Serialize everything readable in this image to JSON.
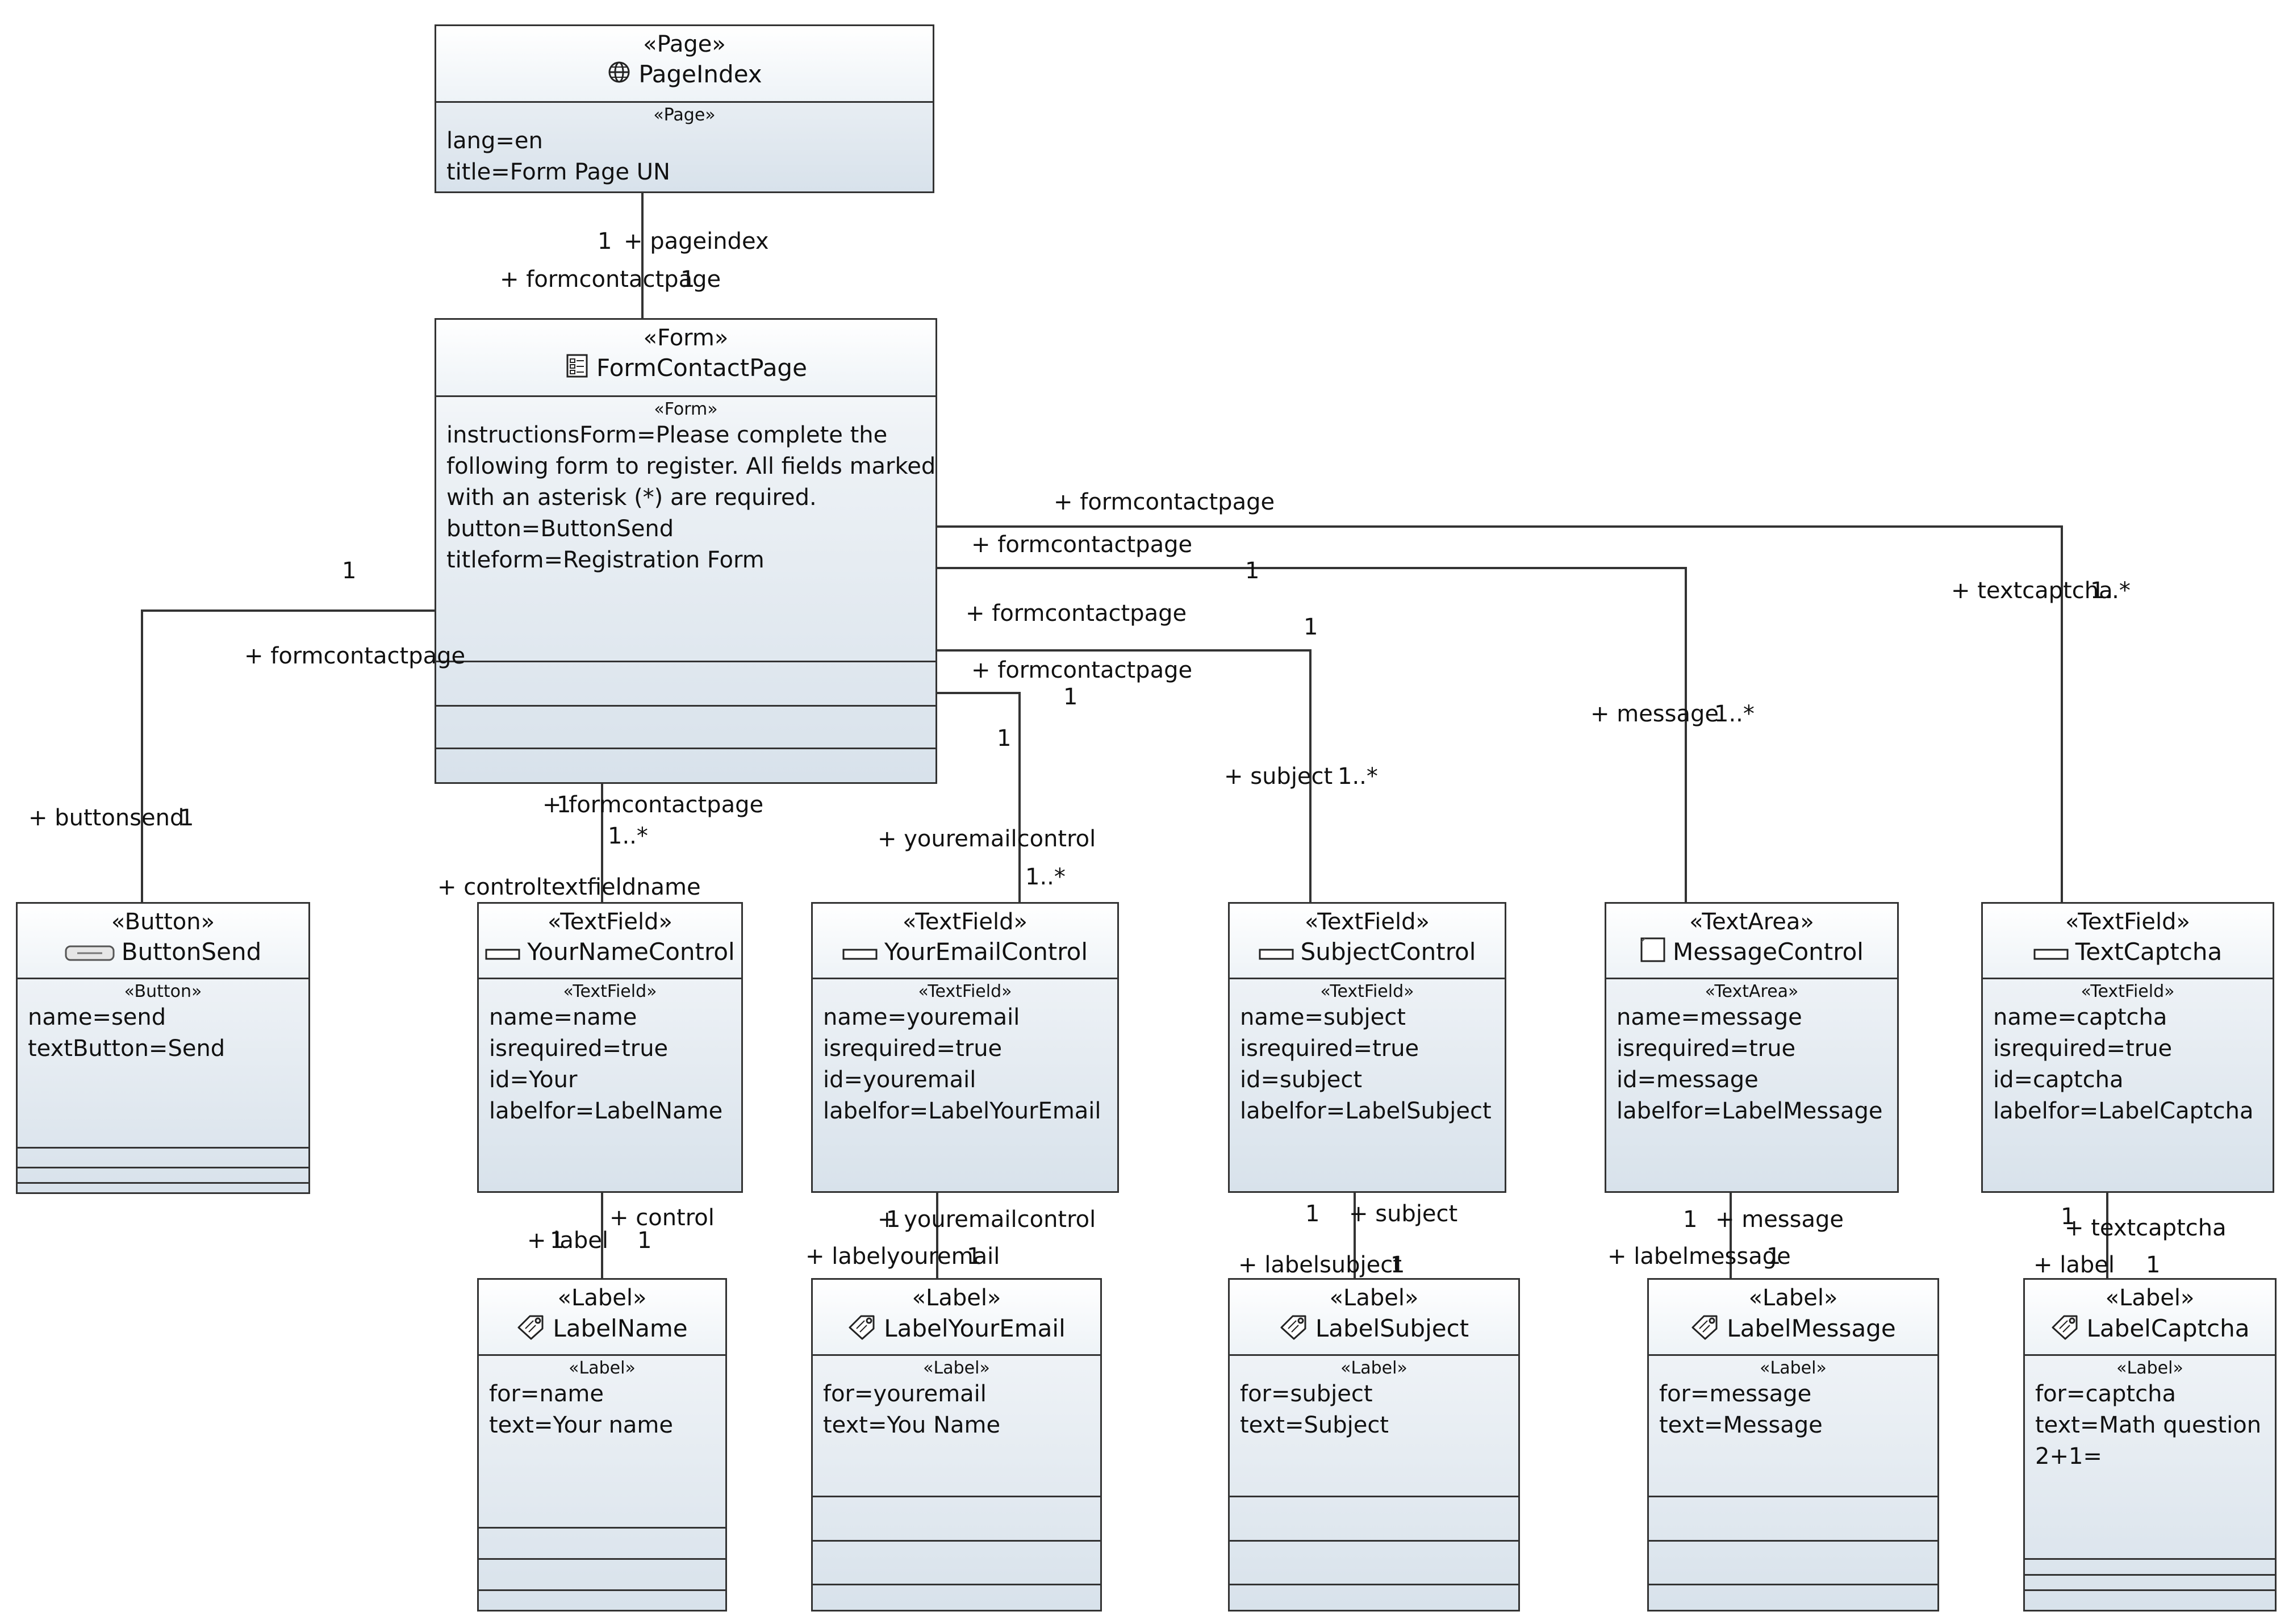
{
  "classes": {
    "pageindex": {
      "stereotype": "«Page»",
      "name": "PageIndex",
      "icon": "globe-icon",
      "attr_stereotype": "«Page»",
      "attrs": [
        "lang=en",
        "title=Form Page UN"
      ]
    },
    "formcontactpage": {
      "stereotype": "«Form»",
      "name": "FormContactPage",
      "icon": "form-icon",
      "attr_stereotype": "«Form»",
      "attrs": [
        "instructionsForm=Please complete the",
        "following form to register. All fields marked",
        "with an asterisk (*) are required.",
        "button=ButtonSend",
        "titleform=Registration Form"
      ]
    },
    "buttonsend": {
      "stereotype": "«Button»",
      "name": "ButtonSend",
      "icon": "button-icon",
      "attr_stereotype": "«Button»",
      "attrs": [
        "name=send",
        "textButton=Send"
      ]
    },
    "yournamecontrol": {
      "stereotype": "«TextField»",
      "name": "YourNameControl",
      "icon": "textfield-icon",
      "attr_stereotype": "«TextField»",
      "attrs": [
        "name=name",
        "isrequired=true",
        "id=Your",
        "labelfor=LabelName"
      ]
    },
    "youremailcontrol": {
      "stereotype": "«TextField»",
      "name": "YourEmailControl",
      "icon": "textfield-icon",
      "attr_stereotype": "«TextField»",
      "attrs": [
        "name=youremail",
        "isrequired=true",
        "id=youremail",
        "labelfor=LabelYourEmail"
      ]
    },
    "subjectcontrol": {
      "stereotype": "«TextField»",
      "name": "SubjectControl",
      "icon": "textfield-icon",
      "attr_stereotype": "«TextField»",
      "attrs": [
        "name=subject",
        "isrequired=true",
        "id=subject",
        "labelfor=LabelSubject"
      ]
    },
    "messagecontrol": {
      "stereotype": "«TextArea»",
      "name": "MessageControl",
      "icon": "textarea-icon",
      "attr_stereotype": "«TextArea»",
      "attrs": [
        "name=message",
        "isrequired=true",
        "id=message",
        "labelfor=LabelMessage"
      ]
    },
    "textcaptcha": {
      "stereotype": "«TextField»",
      "name": "TextCaptcha",
      "icon": "textfield-icon",
      "attr_stereotype": "«TextField»",
      "attrs": [
        "name=captcha",
        "isrequired=true",
        "id=captcha",
        "labelfor=LabelCaptcha"
      ]
    },
    "labelname": {
      "stereotype": "«Label»",
      "name": "LabelName",
      "icon": "tag-icon",
      "attr_stereotype": "«Label»",
      "attrs": [
        "for=name",
        "text=Your name"
      ]
    },
    "labelyouremail": {
      "stereotype": "«Label»",
      "name": "LabelYourEmail",
      "icon": "tag-icon",
      "attr_stereotype": "«Label»",
      "attrs": [
        "for=youremail",
        "text=You Name"
      ]
    },
    "labelsubject": {
      "stereotype": "«Label»",
      "name": "LabelSubject",
      "icon": "tag-icon",
      "attr_stereotype": "«Label»",
      "attrs": [
        "for=subject",
        "text=Subject"
      ]
    },
    "labelmessage": {
      "stereotype": "«Label»",
      "name": "LabelMessage",
      "icon": "tag-icon",
      "attr_stereotype": "«Label»",
      "attrs": [
        "for=message",
        "text=Message"
      ]
    },
    "labelcaptcha": {
      "stereotype": "«Label»",
      "name": "LabelCaptcha",
      "icon": "tag-icon",
      "attr_stereotype": "«Label»",
      "attrs": [
        "for=captcha",
        "text=Math question",
        "2+1="
      ]
    }
  },
  "roles": {
    "m_page_1": "1",
    "r_pageindex": "+ pageindex",
    "r_form_top": "+ formcontactpage",
    "m_form_top": "1",
    "r_fc_captcha": "+ formcontactpage",
    "r_fc_message": "+ formcontactpage",
    "m_fc_message": "1",
    "r_fc_subject": "+ formcontactpage",
    "m_fc_subject": "1",
    "r_fc_email": "+ formcontactpage",
    "m_fc_email_a": "1",
    "m_fc_email_b": "1",
    "m_fc_button": "1",
    "r_fc_button": "+ formcontactpage",
    "r_buttonsend": "+ buttonsend",
    "m_buttonsend": "1",
    "r_fc_name": "+ formcontactpage",
    "m_fc_name_1": "1",
    "m_name_many": "1..*",
    "r_controltextfieldname": "+ controltextfieldname",
    "r_youremailcontrol": "+ youremailcontrol",
    "m_email_many": "1..*",
    "r_subject_top": "+ subject",
    "m_subject_many": "1..*",
    "r_message_top": "+ message",
    "m_message_many": "1..*",
    "r_textcaptcha_top": "+ textcaptcha",
    "m_textcaptcha_many": "1..*",
    "r_control": "+ control",
    "r_label_name": "+ label",
    "m_label_name_a": "1",
    "m_label_name_b": "1",
    "r_youremailcontrol_low": "+ youremailcontrol",
    "m_youremailcontrol_low": "1",
    "r_labelyouremail": "+ labelyouremail",
    "m_labelyouremail": "1",
    "m_subject_low": "1",
    "r_subject_low": "+ subject",
    "r_labelsubject": "+ labelsubject",
    "m_labelsubject": "1",
    "m_message_low": "1",
    "r_message_low": "+ message",
    "r_labelmessage": "+ labelmessage",
    "m_labelmessage": "1",
    "m_textcaptcha_low": "1",
    "r_textcaptcha_low": "+ textcaptcha",
    "r_label_captcha": "+ label",
    "m_label_captcha": "1"
  }
}
